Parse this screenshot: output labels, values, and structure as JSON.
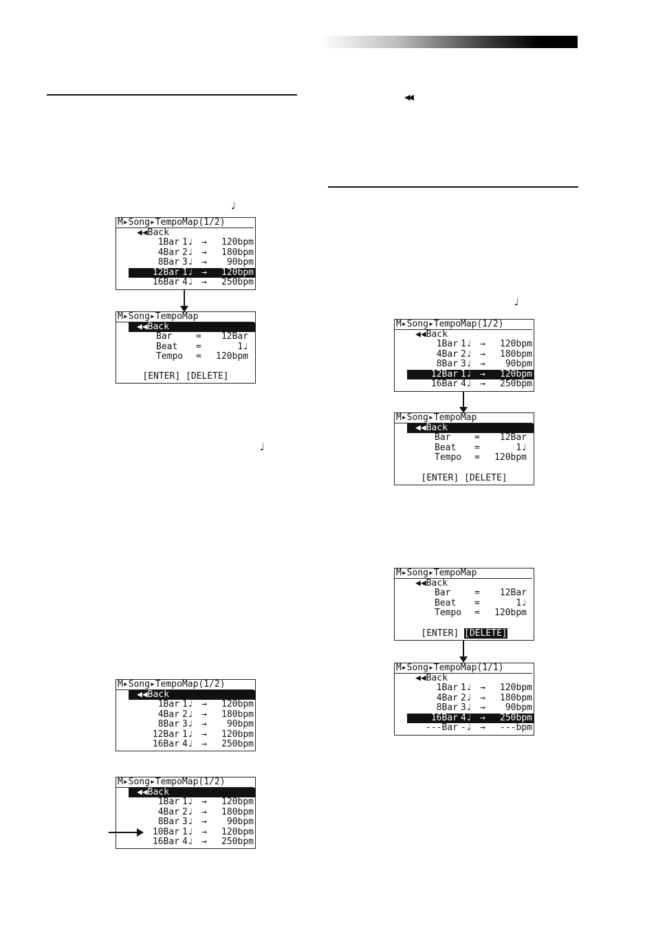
{
  "decor": {
    "note_glyph": "♩",
    "rewind_glyph": "◀◀"
  },
  "screens": {
    "left_list_a": {
      "title": "M▸Song▸TempoMap(1/2)",
      "rows": [
        {
          "bar": "◀◀Back",
          "beat": "",
          "tempo": "",
          "highlight": false,
          "back": true
        },
        {
          "bar": "1Bar",
          "beat": "1♩",
          "tempo": "120bpm",
          "highlight": false
        },
        {
          "bar": "4Bar",
          "beat": "2♩",
          "tempo": "180bpm",
          "highlight": false
        },
        {
          "bar": "8Bar",
          "beat": "3♩",
          "tempo": "90bpm",
          "highlight": false
        },
        {
          "bar": "12Bar",
          "beat": "1♩",
          "tempo": "120bpm",
          "highlight": true
        },
        {
          "bar": "16Bar",
          "beat": "4♩",
          "tempo": "250bpm",
          "highlight": false
        }
      ]
    },
    "left_edit": {
      "title": "M▸Song▸TempoMap",
      "back": "◀◀Back",
      "back_highlight": true,
      "bar_label": "Bar",
      "bar_value": "12Bar",
      "beat_label": "Beat",
      "beat_value": "1♩",
      "tempo_label": "Tempo",
      "tempo_value": "120bpm",
      "enter": "[ENTER]",
      "delete": "[DELETE]",
      "delete_highlight": false
    },
    "left_list_b": {
      "title": "M▸Song▸TempoMap(1/2)",
      "rows": [
        {
          "bar": "◀◀Back",
          "beat": "",
          "tempo": "",
          "highlight": true,
          "back": true
        },
        {
          "bar": "1Bar",
          "beat": "1♩",
          "tempo": "120bpm",
          "highlight": false
        },
        {
          "bar": "4Bar",
          "beat": "2♩",
          "tempo": "180bpm",
          "highlight": false
        },
        {
          "bar": "8Bar",
          "beat": "3♩",
          "tempo": "90bpm",
          "highlight": false
        },
        {
          "bar": "12Bar",
          "beat": "1♩",
          "tempo": "120bpm",
          "highlight": false
        },
        {
          "bar": "16Bar",
          "beat": "4♩",
          "tempo": "250bpm",
          "highlight": false
        }
      ]
    },
    "left_list_c": {
      "title": "M▸Song▸TempoMap(1/2)",
      "rows": [
        {
          "bar": "◀◀Back",
          "beat": "",
          "tempo": "",
          "highlight": true,
          "back": true
        },
        {
          "bar": "1Bar",
          "beat": "1♩",
          "tempo": "120bpm",
          "highlight": false
        },
        {
          "bar": "4Bar",
          "beat": "2♩",
          "tempo": "180bpm",
          "highlight": false
        },
        {
          "bar": "8Bar",
          "beat": "3♩",
          "tempo": "90bpm",
          "highlight": false
        },
        {
          "bar": "10Bar",
          "beat": "1♩",
          "tempo": "120bpm",
          "highlight": false
        },
        {
          "bar": "16Bar",
          "beat": "4♩",
          "tempo": "250bpm",
          "highlight": false
        }
      ]
    },
    "right_list_a": {
      "title": "M▸Song▸TempoMap(1/2)",
      "rows": [
        {
          "bar": "◀◀Back",
          "beat": "",
          "tempo": "",
          "highlight": false,
          "back": true
        },
        {
          "bar": "1Bar",
          "beat": "1♩",
          "tempo": "120bpm",
          "highlight": false
        },
        {
          "bar": "4Bar",
          "beat": "2♩",
          "tempo": "180bpm",
          "highlight": false
        },
        {
          "bar": "8Bar",
          "beat": "3♩",
          "tempo": "90bpm",
          "highlight": false
        },
        {
          "bar": "12Bar",
          "beat": "1♩",
          "tempo": "120bpm",
          "highlight": true
        },
        {
          "bar": "16Bar",
          "beat": "4♩",
          "tempo": "250bpm",
          "highlight": false
        }
      ]
    },
    "right_edit_a": {
      "title": "M▸Song▸TempoMap",
      "back": "◀◀Back",
      "back_highlight": true,
      "bar_label": "Bar",
      "bar_value": "12Bar",
      "beat_label": "Beat",
      "beat_value": "1♩",
      "tempo_label": "Tempo",
      "tempo_value": "120bpm",
      "enter": "[ENTER]",
      "delete": "[DELETE]",
      "delete_highlight": false
    },
    "right_edit_b": {
      "title": "M▸Song▸TempoMap",
      "back": "◀◀Back",
      "back_highlight": false,
      "bar_label": "Bar",
      "bar_value": "12Bar",
      "beat_label": "Beat",
      "beat_value": "1♩",
      "tempo_label": "Tempo",
      "tempo_value": "120bpm",
      "enter": "[ENTER]",
      "delete": "[DELETE]",
      "delete_highlight": true
    },
    "right_list_b": {
      "title": "M▸Song▸TempoMap(1/1)",
      "rows": [
        {
          "bar": "◀◀Back",
          "beat": "",
          "tempo": "",
          "highlight": false,
          "back": true
        },
        {
          "bar": "1Bar",
          "beat": "1♩",
          "tempo": "120bpm",
          "highlight": false
        },
        {
          "bar": "4Bar",
          "beat": "2♩",
          "tempo": "180bpm",
          "highlight": false
        },
        {
          "bar": "8Bar",
          "beat": "3♩",
          "tempo": "90bpm",
          "highlight": false
        },
        {
          "bar": "16Bar",
          "beat": "4♩",
          "tempo": "250bpm",
          "highlight": true
        },
        {
          "bar": "---Bar",
          "beat": "-♩",
          "tempo": "---bpm",
          "highlight": false
        }
      ]
    }
  }
}
